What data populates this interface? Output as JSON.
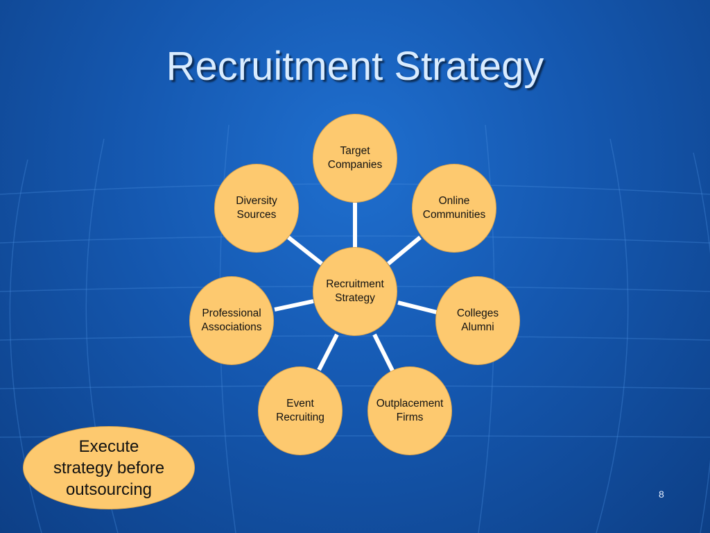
{
  "slide": {
    "title": "Recruitment Strategy",
    "page_number": "8"
  },
  "diagram": {
    "center": "Recruitment\nStrategy",
    "nodes": {
      "target": "Target\nCompanies",
      "online": "Online\nCommunities",
      "colleges": "Colleges\nAlumni",
      "outplacement": "Outplacement\nFirms",
      "event": "Event\nRecruiting",
      "professional": "Professional\nAssociations",
      "diversity": "Diversity\nSources"
    }
  },
  "callout": {
    "text": "Execute\nstrategy before\noutsourcing"
  },
  "colors": {
    "node_fill": "#fdc96f",
    "connector": "#ffffff",
    "title": "#d9ecff"
  }
}
